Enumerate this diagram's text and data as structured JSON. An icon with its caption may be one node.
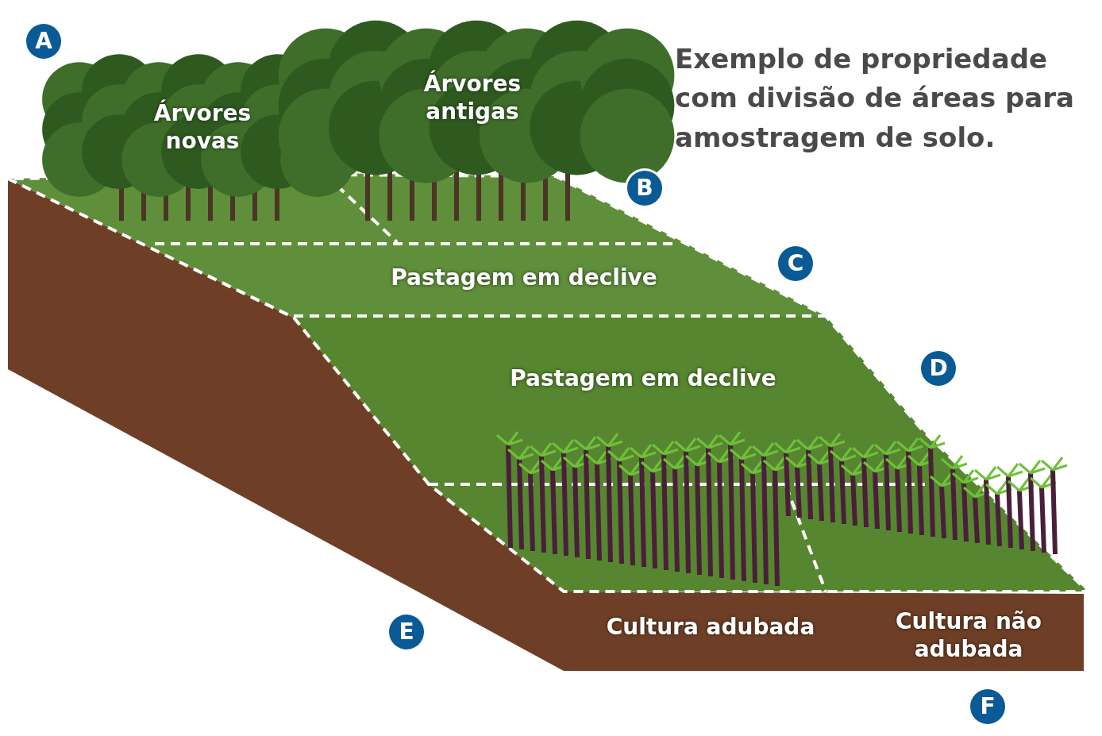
{
  "diagram": {
    "title": "Exemplo de propriedade com divisão de áreas para amostragem de solo.",
    "labels": [
      "A",
      "Árvores antigas",
      "Árvores novas",
      "B",
      "C",
      "Pastagem em declive",
      "D",
      "Pastagem em declive",
      "E",
      "Cultura adubada",
      "Cultura não adubada",
      "F"
    ]
  }
}
